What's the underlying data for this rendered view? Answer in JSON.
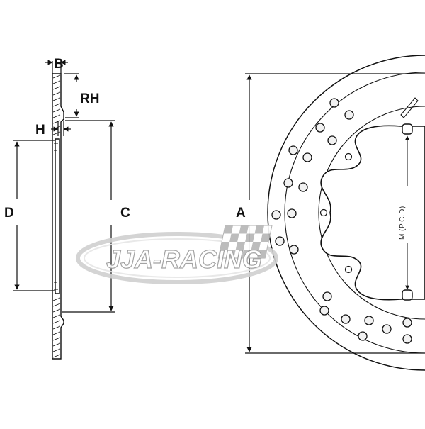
{
  "diagram": {
    "labels": {
      "b": "B",
      "rh": "RH",
      "h": "H",
      "d": "D",
      "c": "C",
      "a": "A",
      "pcd": "M (P.C.D)"
    }
  },
  "watermark": {
    "text": "JJA-RACING"
  },
  "colors": {
    "line": "#111111",
    "hole_fill": "#f2f2f2",
    "watermark_fill": "#ffffff",
    "watermark_outline": "#9a9a9a",
    "watermark_swoosh": "#d0d0d0"
  }
}
